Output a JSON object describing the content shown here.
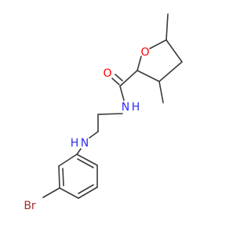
{
  "molecule": {
    "atoms": {
      "o_ring": "O",
      "o_carbonyl": "O",
      "n_amide": "N",
      "h_amide": "H",
      "n_amine": "N",
      "h_amine": "H",
      "br": "Br"
    }
  },
  "colors": {
    "bond": "#3a3a3a",
    "oxygen": "#ff0000",
    "nitrogen": "#2e2ef0",
    "bromine": "#a52a2a"
  }
}
